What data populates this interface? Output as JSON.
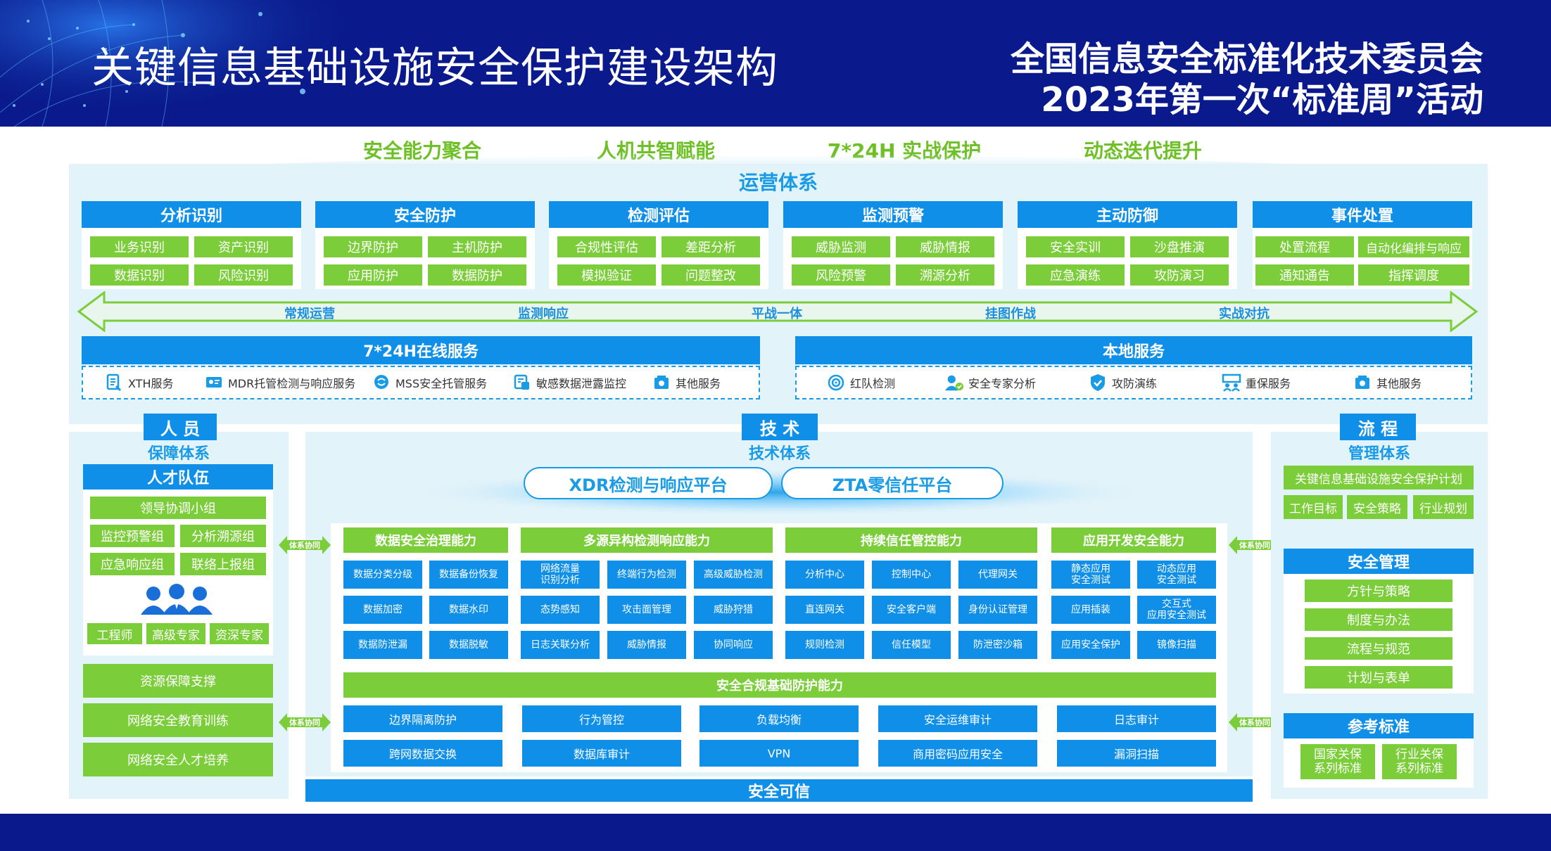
{
  "header": {
    "title": "关键信息基础设施安全保护建设架构",
    "org_line1": "全国信息安全标准化技术委员会",
    "org_line2": "2023年第一次“标准周”活动"
  },
  "slogans": [
    "安全能力聚合",
    "人机共智赋能",
    "7*24H 实战保护",
    "动态迭代提升"
  ],
  "operations": {
    "title": "运营体系",
    "categories": [
      {
        "name": "分析识别",
        "items": [
          "业务识别",
          "资产识别",
          "数据识别",
          "风险识别"
        ]
      },
      {
        "name": "安全防护",
        "items": [
          "边界防护",
          "主机防护",
          "应用防护",
          "数据防护"
        ]
      },
      {
        "name": "检测评估",
        "items": [
          "合规性评估",
          "差距分析",
          "模拟验证",
          "问题整改"
        ]
      },
      {
        "name": "监测预警",
        "items": [
          "威胁监测",
          "威胁情报",
          "风险预警",
          "溯源分析"
        ]
      },
      {
        "name": "主动防御",
        "items": [
          "安全实训",
          "沙盘推演",
          "应急演练",
          "攻防演习"
        ]
      },
      {
        "name": "事件处置",
        "items": [
          "处置流程",
          "自动化编排与响应",
          "通知通告",
          "指挥调度"
        ]
      }
    ],
    "modes": [
      "常规运营",
      "监测响应",
      "平战一体",
      "挂图作战",
      "实战对抗"
    ],
    "online_service": {
      "title": "7*24H在线服务",
      "items": [
        "XTH服务",
        "MDR托管检测与响应服务",
        "MSS安全托管服务",
        "敏感数据泄露监控",
        "其他服务"
      ]
    },
    "local_service": {
      "title": "本地服务",
      "items": [
        "红队检测",
        "安全专家分析",
        "攻防演练",
        "重保服务",
        "其他服务"
      ]
    }
  },
  "people": {
    "tag": "人 员",
    "subtitle": "保障体系",
    "team_title": "人才队伍",
    "leader": "领导协调小组",
    "groups": [
      "监控预警组",
      "分析溯源组",
      "应急响应组",
      "联络上报组"
    ],
    "experts": [
      "工程师",
      "高级专家",
      "资深专家"
    ],
    "supports": [
      "资源保障支撑",
      "网络安全教育训练",
      "网络安全人才培养"
    ]
  },
  "tech": {
    "tag": "技 术",
    "subtitle": "技术体系",
    "platforms": [
      "XDR检测与响应平台",
      "ZTA零信任平台"
    ],
    "capabilities": [
      {
        "name": "数据安全治理能力",
        "items": [
          "数据分类分级",
          "数据备份恢复",
          "数据加密",
          "数据水印",
          "数据防泄漏",
          "数据脱敏"
        ]
      },
      {
        "name": "多源异构检测响应能力",
        "items": [
          "网络流量\n识别分析",
          "终端行为检测",
          "高级威胁检测",
          "态势感知",
          "攻击面管理",
          "威胁狩猎",
          "日志关联分析",
          "威胁情报",
          "协同响应"
        ]
      },
      {
        "name": "持续信任管控能力",
        "items": [
          "分析中心",
          "控制中心",
          "代理网关",
          "直连网关",
          "安全客户端",
          "身份认证管理",
          "规则检测",
          "信任模型",
          "防泄密沙箱"
        ]
      },
      {
        "name": "应用开发安全能力",
        "items": [
          "静态应用\n安全测试",
          "动态应用\n安全测试",
          "应用插装",
          "交互式\n应用安全测试",
          "应用安全保护",
          "镜像扫描"
        ]
      }
    ],
    "base_title": "安全合规基础防护能力",
    "base_items": [
      "边界隔离防护",
      "行为管控",
      "负载均衡",
      "安全运维审计",
      "日志审计",
      "跨网数据交换",
      "数据库审计",
      "VPN",
      "商用密码应用安全",
      "漏洞扫描"
    ],
    "bottom": "安全可信",
    "coop_label": "体系协同"
  },
  "process": {
    "tag": "流 程",
    "subtitle": "管理体系",
    "plan": "关键信息基础设施安全保护计划",
    "plan_items": [
      "工作目标",
      "安全策略",
      "行业规划"
    ],
    "mgmt_title": "安全管理",
    "mgmt_items": [
      "方针与策略",
      "制度与办法",
      "流程与规范",
      "计划与表单"
    ],
    "ref_title": "参考标准",
    "ref_items": [
      "国家关保\n系列标准",
      "行业关保\n系列标准"
    ]
  },
  "colors": {
    "header_bg": "#0a1a8c",
    "primary_blue": "#0f8fe8",
    "accent_green": "#7ccd3a",
    "panel_bg": "#e3f3fa"
  }
}
